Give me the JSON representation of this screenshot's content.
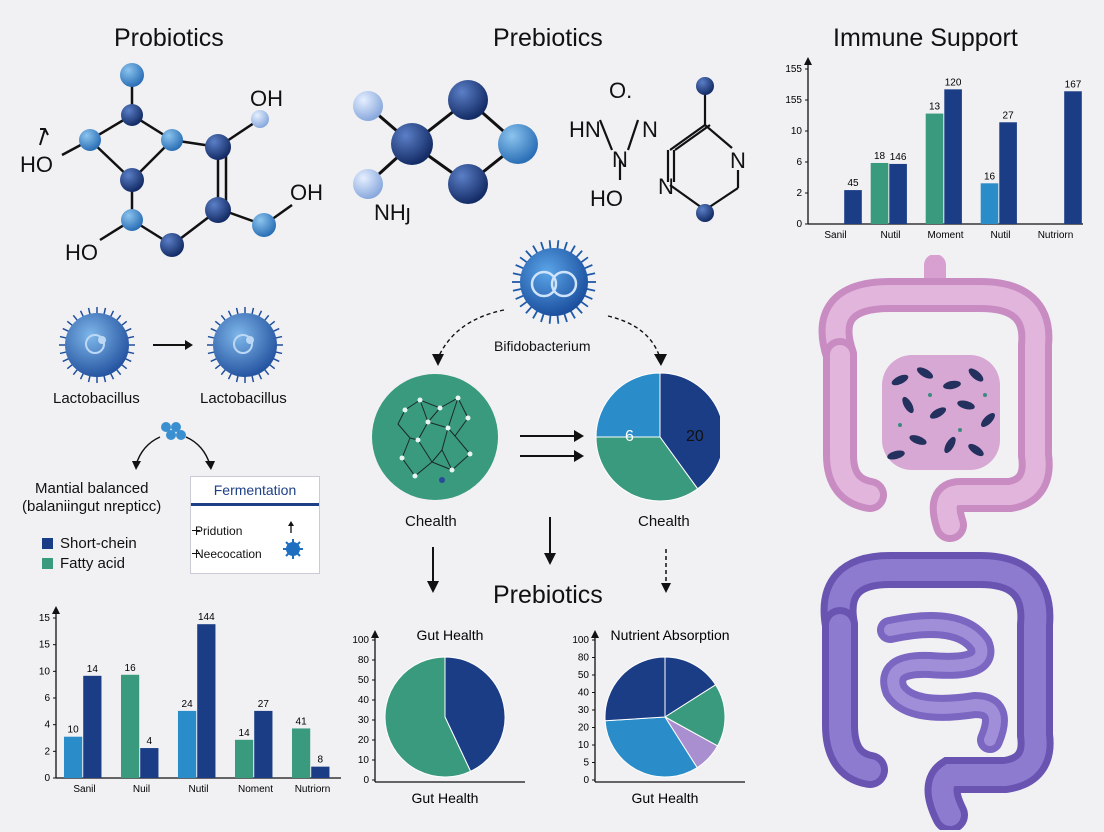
{
  "colors": {
    "navy": "#1b3d86",
    "teal": "#3a9a7d",
    "light_blue": "#2a8cc9",
    "lavender": "#a98fcf",
    "pink_intestine": "#d8a0d1",
    "purple_intestine": "#7b66c1"
  },
  "titles": {
    "probiotics": "Probiotics",
    "prebiotics": "Prebiotics",
    "immune_support": "Immune Support",
    "center_prebiotics": "Prebiotics"
  },
  "molecule_labels": {
    "oh_top": "OH",
    "ho_left": "HO",
    "oh_right": "OH",
    "ho_bottom": "HO",
    "nh": "NHȷ",
    "o_ring": "O.",
    "hn": "HN",
    "n_right": "N",
    "n_mid": "N",
    "ho_ring": "HO",
    "n_hex_right": "N",
    "n_hex_left": "N"
  },
  "microbes": {
    "lacto_left": "Lactobacillus",
    "lacto_right": "Lactobacillus",
    "bifido": "Bifidobacterium",
    "chealth_left": "Chealth",
    "chealth_right": "Chealth",
    "pie_small_values": [
      "6",
      "20"
    ]
  },
  "balance": {
    "line1": "Mantial balanced",
    "line2": "(balaniingut nrepticc)",
    "legend": [
      {
        "label": "Short-chein",
        "color": "#1b3d86"
      },
      {
        "label": "Fatty acid",
        "color": "#3a9a7d"
      }
    ]
  },
  "fermentation": {
    "header": "Fermentation",
    "items": [
      "Pridution",
      "Neecocation"
    ]
  },
  "chart_data": [
    {
      "type": "bar",
      "id": "immune-support-chart",
      "title": "Immune Support",
      "categories": [
        "Sanil",
        "Nutil",
        "Moment",
        "Nutil",
        "Nutriorn"
      ],
      "yticks": [
        "0",
        "2",
        "6",
        "10",
        "155",
        "155"
      ],
      "bar_labels": [
        "45",
        "18",
        "146",
        "13",
        "120",
        "16",
        "27",
        "167"
      ],
      "series": [
        {
          "values": [
            null,
            6.3,
            11.4,
            4.2,
            null
          ]
        },
        {
          "values": [
            3.5,
            6.2,
            13.9,
            10.5,
            13.7
          ]
        }
      ],
      "ylim": [
        0,
        16
      ]
    },
    {
      "type": "bar",
      "id": "bottom-left-chart",
      "categories": [
        "Sanil",
        "Nuil",
        "Nutil",
        "Noment",
        "Nutriorn"
      ],
      "yticks": [
        "0",
        "2",
        "4",
        "6",
        "10",
        "15",
        "15"
      ],
      "bar_labels": [
        "10",
        "14",
        "16",
        "4",
        "24",
        "144",
        "14",
        "27",
        "41",
        "8"
      ],
      "series": [
        {
          "values": [
            4.0,
            10.0,
            6.5,
            3.7,
            4.8
          ]
        },
        {
          "values": [
            9.9,
            2.9,
            14.9,
            6.5,
            1.1
          ]
        }
      ],
      "ylim": [
        0,
        15.5
      ]
    },
    {
      "type": "pie",
      "id": "gut-health-pie",
      "title": "Gut Health",
      "xlabel": "Gut Health",
      "yticks": [
        "0",
        "10",
        "20",
        "30",
        "40",
        "50",
        "80",
        "100"
      ],
      "values": [
        43,
        57
      ]
    },
    {
      "type": "pie",
      "id": "nutrient-absorption-pie",
      "title": "Nutrient Absorption",
      "xlabel": "Gut Health",
      "yticks": [
        "0",
        "5",
        "10",
        "20",
        "30",
        "40",
        "50",
        "80",
        "100"
      ],
      "values": [
        16,
        17,
        8,
        33,
        26
      ]
    }
  ]
}
